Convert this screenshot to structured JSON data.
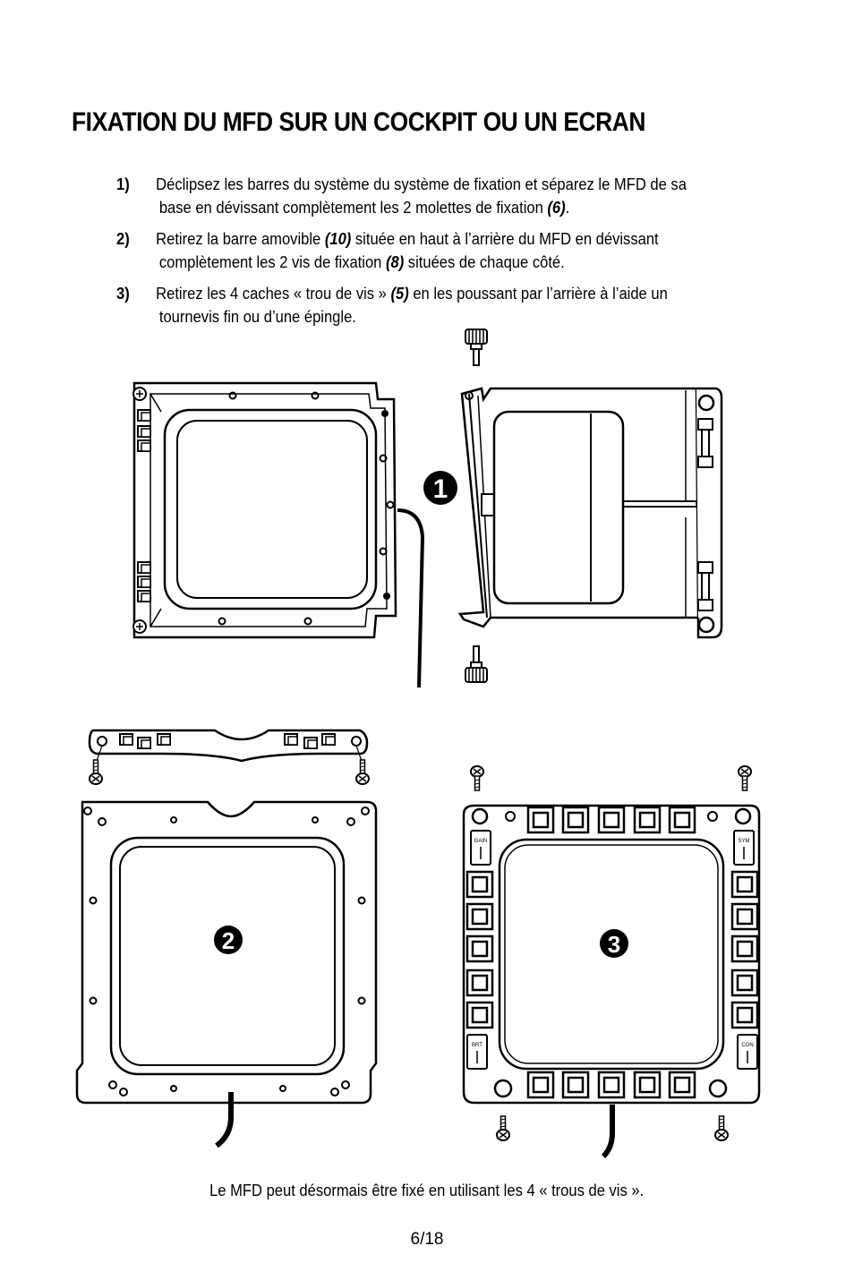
{
  "title": "FIXATION DU MFD SUR UN COCKPIT OU UN ECRAN",
  "steps": [
    {
      "num": "1)",
      "line1": "Déclipsez les barres du système du système de fixation et séparez le MFD de sa",
      "line2_pre": "base en dévissant complètement les 2 molettes de fixation ",
      "line2_ref": "(6)",
      "line2_post": "."
    },
    {
      "num": "2)",
      "line1_pre": "Retirez la barre amovible ",
      "line1_ref": "(10)",
      "line1_post": " située en haut à l’arrière du MFD en dévissant",
      "line2_pre": "complètement les 2 vis de fixation ",
      "line2_ref": "(8)",
      "line2_post": " situées de chaque côté."
    },
    {
      "num": "3)",
      "line1_pre": "Retirez les 4 caches « trou de vis » ",
      "line1_ref": "(5)",
      "line1_post": " en les poussant par l’arrière à l’aide un",
      "line2": "tournevis fin ou d’une épingle."
    }
  ],
  "figure": {
    "callouts": [
      "1",
      "2",
      "3"
    ],
    "button_labels": [
      "GAIN",
      "SYM",
      "BRT",
      "CON"
    ]
  },
  "caption": "Le MFD peut désormais être fixé en utilisant les 4 « trous de vis ».",
  "page_number": "6/18"
}
